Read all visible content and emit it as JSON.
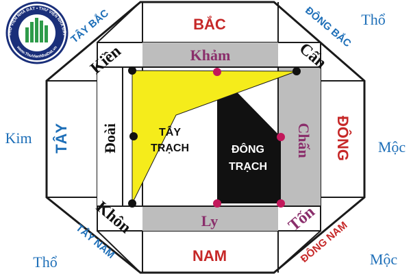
{
  "logo": {
    "arc_top": "THƯ VIỆN NHÀ ĐẤT • THƯ VIỆN NHÀ ĐẤT",
    "arc_bottom": "www.ThuVienNhaDat.vn"
  },
  "directions": {
    "north": "BẮC",
    "south": "NAM",
    "east": "ĐÔNG",
    "west": "TÂY",
    "northwest": "TÂY BẮC",
    "northeast": "ĐÔNG BẮC",
    "southwest": "TÂY NAM",
    "southeast": "ĐÔNG NAM"
  },
  "trigrams": {
    "kien": "Kiền",
    "kham": "Khảm",
    "can": "Cấn",
    "doai": "Đoài",
    "chan": "Chấn",
    "khon": "Khôn",
    "ly": "Ly",
    "ton": "Tốn"
  },
  "elements": {
    "tho_top": "Thổ",
    "kim": "Kim",
    "moc_right": "Mộc",
    "moc_bottom": "Mộc",
    "tho_bottom": "Thổ"
  },
  "groups": {
    "tay_trach_line1": "TÂY",
    "tay_trach_line2": "TRẠCH",
    "dong_trach_line1": "ĐÔNG",
    "dong_trach_line2": "TRẠCH"
  },
  "colors": {
    "tay_trach": "#f5ec1b",
    "dong_trach": "#111111",
    "logo": "#1a2f7a"
  }
}
